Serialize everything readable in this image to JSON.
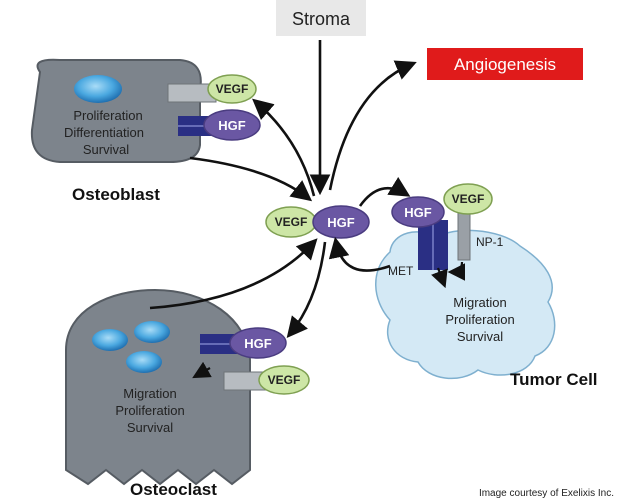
{
  "stroma": "Stroma",
  "angiogenesis": "Angiogenesis",
  "osteoblast": {
    "name": "Osteoblast",
    "vegf": "VEGF",
    "hgf": "HGF",
    "effects": [
      "Proliferation",
      "Differentiation",
      "Survival"
    ]
  },
  "center": {
    "vegf": "VEGF",
    "hgf": "HGF"
  },
  "tumor": {
    "name": "Tumor Cell",
    "hgf": "HGF",
    "vegf": "VEGF",
    "np1": "NP-1",
    "met": "MET",
    "effects": [
      "Migration",
      "Proliferation",
      "Survival"
    ]
  },
  "osteoclast": {
    "name": "Osteoclast",
    "hgf": "HGF",
    "vegf": "VEGF",
    "effects": [
      "Migration",
      "Proliferation",
      "Survival"
    ]
  },
  "credit": "Image courtesy of Exelixis Inc.",
  "colors": {
    "cell_gray": "#7d848c",
    "tumor_fill": "#d4e9f5",
    "vegf_green": "#cde6a6",
    "hgf_purple": "#6a57a3",
    "receptor_navy": "#2a2f84",
    "angio_red": "#e01b1b",
    "stroma_bg": "#e8e8e8"
  }
}
